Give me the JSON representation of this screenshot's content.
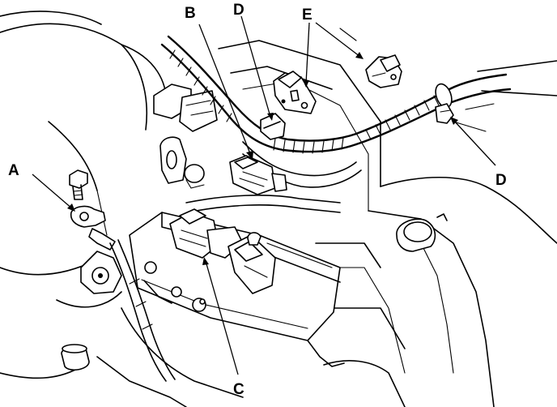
{
  "callouts": {
    "a": "A",
    "b": "B",
    "c": "C",
    "d_top": "D",
    "d_right": "D",
    "e": "E"
  },
  "colors": {
    "line": "#000000",
    "background": "#ffffff"
  }
}
